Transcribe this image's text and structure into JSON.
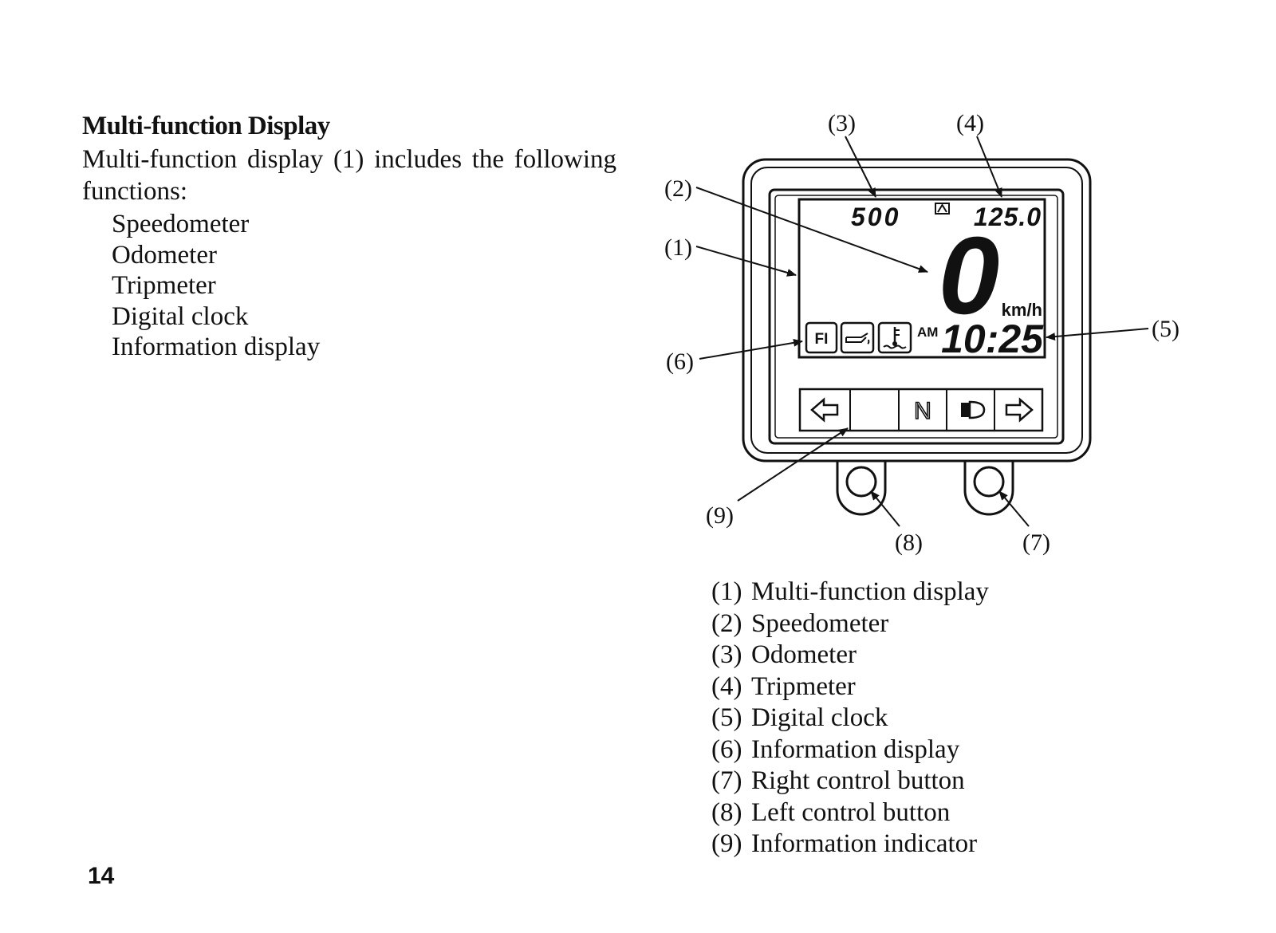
{
  "heading": "Multi-function Display",
  "intro": "Multi-function display (1) includes the following functions:",
  "functions": [
    "Speedometer",
    "Odometer",
    "Tripmeter",
    "Digital clock",
    "Information display"
  ],
  "diagram": {
    "callouts": [
      "(1)",
      "(2)",
      "(3)",
      "(4)",
      "(5)",
      "(6)",
      "(7)",
      "(8)",
      "(9)"
    ],
    "lcd": {
      "odometer": "500",
      "tripmeter": "125.0",
      "speed": "0",
      "speed_unit": "km/h",
      "clock_period": "AM",
      "clock_time": "10:25",
      "fi_label": "FI",
      "neutral_label": "N"
    },
    "icons": [
      "trip-a-icon",
      "oil-pressure-icon",
      "coolant-temperature-icon",
      "left-turn-signal-icon",
      "neutral-indicator-icon",
      "high-beam-icon",
      "right-turn-signal-icon"
    ]
  },
  "legend": [
    {
      "num": "(1)",
      "label": "Multi-function display"
    },
    {
      "num": "(2)",
      "label": "Speedometer"
    },
    {
      "num": "(3)",
      "label": "Odometer"
    },
    {
      "num": "(4)",
      "label": "Tripmeter"
    },
    {
      "num": "(5)",
      "label": "Digital clock"
    },
    {
      "num": "(6)",
      "label": "Information display"
    },
    {
      "num": "(7)",
      "label": "Right control button"
    },
    {
      "num": "(8)",
      "label": "Left control button"
    },
    {
      "num": "(9)",
      "label": "Information indicator"
    }
  ],
  "page_number": "14"
}
